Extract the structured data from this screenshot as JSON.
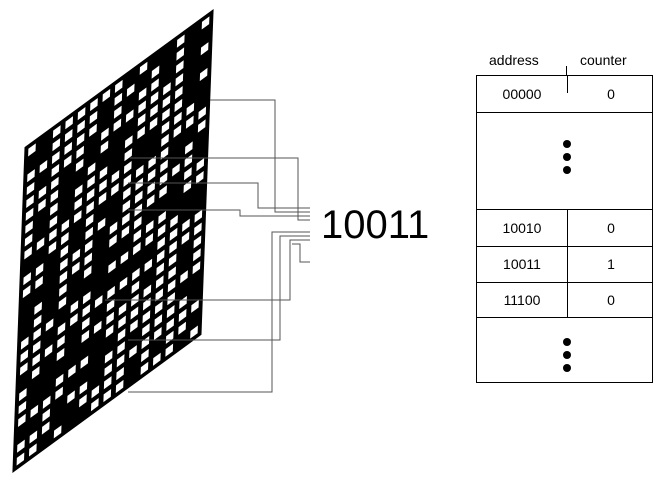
{
  "binary_code": "10011",
  "table": {
    "headers": {
      "address": "address",
      "counter": "counter"
    },
    "rows": [
      {
        "address": "00000",
        "counter": "0"
      },
      {
        "address": "10010",
        "counter": "0"
      },
      {
        "address": "10011",
        "counter": "1"
      },
      {
        "address": "11100",
        "counter": "0"
      }
    ]
  },
  "colors": {
    "ink": "#000000",
    "background": "#ffffff",
    "wire": "#555555"
  }
}
